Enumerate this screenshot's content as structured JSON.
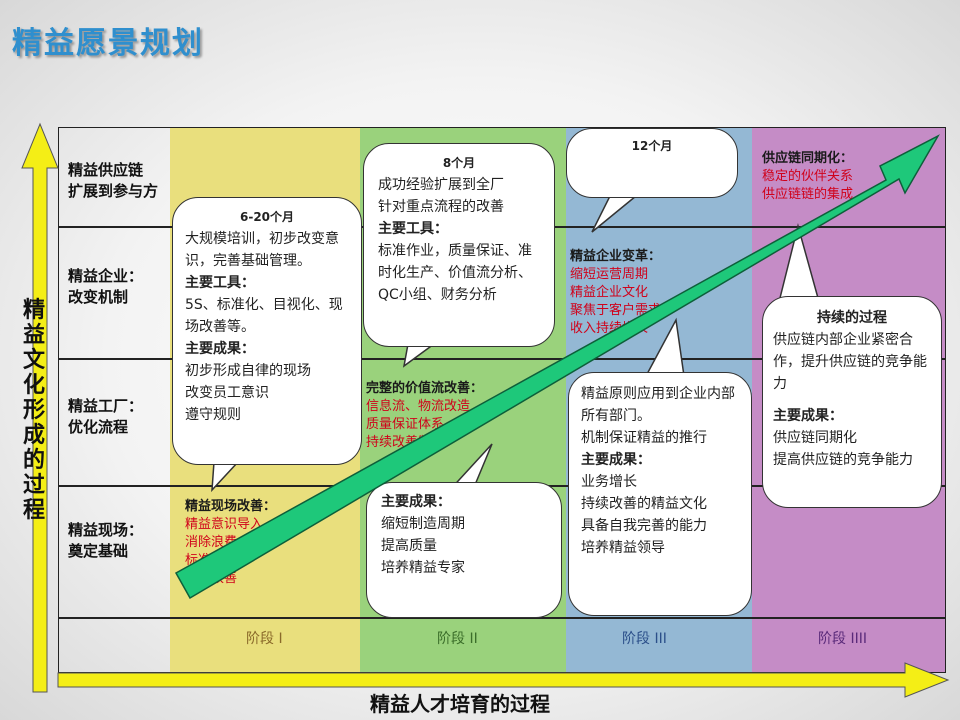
{
  "title": "精益愿景规划",
  "axes": {
    "vertical": "精益文化形成的过程",
    "horizontal": "精益人才培育的过程"
  },
  "rows": [
    "精益供应链\n扩展到参与方",
    "精益企业：\n改变机制",
    "精益工厂：\n优化流程",
    "精益现场：\n奠定基础"
  ],
  "stages": [
    "阶段 I",
    "阶段 II",
    "阶段 III",
    "阶段 IIII"
  ],
  "colors": {
    "col1": "#e9df7d",
    "col2": "#9ad27c",
    "col3": "#94b8d4",
    "col4": "#c58cc6",
    "arrow": "#1ec87a",
    "axis": "#f4ee16",
    "title": "#2f8fce",
    "red": "#d0021b"
  },
  "bubble1": {
    "head": "6-20个月",
    "line1": "大规模培训，初步改变意识，完善基础管理。",
    "tools_label": "主要工具：",
    "tools": "5S、标准化、目视化、现场改善等。",
    "results_label": "主要成果：",
    "r1": "初步形成自律的现场",
    "r2": "改变员工意识",
    "r3": "遵守规则"
  },
  "bubble2": {
    "head": "8个月",
    "line1": "成功经验扩展到全厂",
    "line2": "针对重点流程的改善",
    "tools_label": "主要工具：",
    "tools": "标准作业，质量保证、准时化生产、价值流分析、QC小组、财务分析"
  },
  "bubble3": {
    "head": "12个月"
  },
  "bubble4": {
    "head": "持续的过程",
    "line1": "供应链内部企业紧密合作，提升供应链的竞争能力",
    "results_label": "主要成果：",
    "r1": "供应链同期化",
    "r2": "提高供应链的竞争能力"
  },
  "bubble5": {
    "results_label": "主要成果：",
    "r1": "缩短制造周期",
    "r2": "提高质量",
    "r3": "培养精益专家"
  },
  "bubble6": {
    "line1": "精益原则应用到企业内部所有部门。",
    "line2": "机制保证精益的推行",
    "results_label": "主要成果：",
    "r1": "业务增长",
    "r2": "持续改善的精益文化",
    "r3": "具备自我完善的能力",
    "r4": "培养精益领导"
  },
  "onsite": {
    "label": "精益现场改善：",
    "items": [
      "精益意识导入",
      "消除浪费",
      "标准化",
      "现场改善"
    ]
  },
  "valuestream": {
    "label": "完整的价值流改善：",
    "items": [
      "信息流、物流改造",
      "质量保证体系",
      "持续改善制度"
    ]
  },
  "enterprise": {
    "label": "精益企业变革：",
    "items": [
      "缩短运营周期",
      "精益企业文化",
      "聚焦于客户需求",
      "收入持续增长"
    ]
  },
  "supplysync": {
    "label": "供应链同期化：",
    "items": [
      "稳定的伙伴关系",
      "供应链链的集成"
    ]
  }
}
